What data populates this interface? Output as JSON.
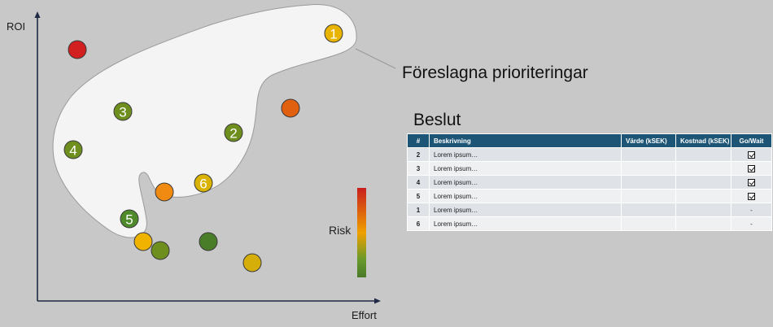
{
  "axes": {
    "y_label": "ROI",
    "x_label": "Effort"
  },
  "callout": "Föreslagna prioriteringar",
  "risk": {
    "label": "Risk",
    "gradient": [
      "#c81e1e",
      "#f0a000",
      "#6a9a2a",
      "#4a7a2a"
    ]
  },
  "circles": [
    {
      "id": "c1",
      "label": "1",
      "color": "#e8b400"
    },
    {
      "id": "c2",
      "label": "2",
      "color": "#6e8f1e"
    },
    {
      "id": "c3",
      "label": "3",
      "color": "#6e8f1e"
    },
    {
      "id": "c4",
      "label": "4",
      "color": "#6e8f1e"
    },
    {
      "id": "c5",
      "label": "5",
      "color": "#4e8a2a"
    },
    {
      "id": "c6",
      "label": "6",
      "color": "#d9b300"
    },
    {
      "id": "u1",
      "label": "",
      "color": "#d21f1f"
    },
    {
      "id": "u2",
      "label": "",
      "color": "#e06010"
    },
    {
      "id": "u3",
      "label": "",
      "color": "#f08a10"
    },
    {
      "id": "u4",
      "label": "",
      "color": "#f0b400"
    },
    {
      "id": "u5",
      "label": "",
      "color": "#6e8f1e"
    },
    {
      "id": "u6",
      "label": "",
      "color": "#4a7d28"
    },
    {
      "id": "u7",
      "label": "",
      "color": "#d6ae0a"
    }
  ],
  "decision": {
    "title": "Beslut",
    "headers": [
      "#",
      "Beskrivning",
      "Värde (kSEK)",
      "Kostnad (kSEK)",
      "Go/Wait"
    ],
    "rows": [
      {
        "num": "2",
        "desc": "Lorem ipsum…",
        "value": "",
        "cost": "",
        "go": "check"
      },
      {
        "num": "3",
        "desc": "Lorem ipsum…",
        "value": "",
        "cost": "",
        "go": "check"
      },
      {
        "num": "4",
        "desc": "Lorem ipsum…",
        "value": "",
        "cost": "",
        "go": "check"
      },
      {
        "num": "5",
        "desc": "Lorem ipsum…",
        "value": "",
        "cost": "",
        "go": "check"
      },
      {
        "num": "1",
        "desc": "Lorem ipsum…",
        "value": "",
        "cost": "",
        "go": "-"
      },
      {
        "num": "6",
        "desc": "Lorem ipsum…",
        "value": "",
        "cost": "",
        "go": "-"
      }
    ]
  }
}
